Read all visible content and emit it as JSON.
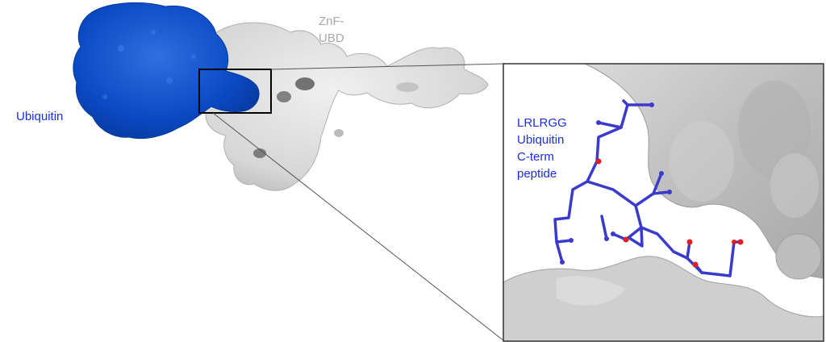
{
  "labels": {
    "ubiquitin": "Ubiquitin",
    "znf_ubd_line1": "ZnF-",
    "znf_ubd_line2": "UBD",
    "peptide_line1": "LRLRGG",
    "peptide_line2": "Ubiquitin",
    "peptide_line3": "C-term",
    "peptide_line4": "peptide"
  },
  "colors": {
    "ubiquitin": "#0a49c4",
    "znf_ubd_surface": "#d8d8d8",
    "zoom_surface": "#c4c4c4",
    "peptide": "#3a3acc",
    "oxygen": "#e02020",
    "label_blue": "#1a2fd6",
    "label_gray": "#a8a8a8"
  }
}
